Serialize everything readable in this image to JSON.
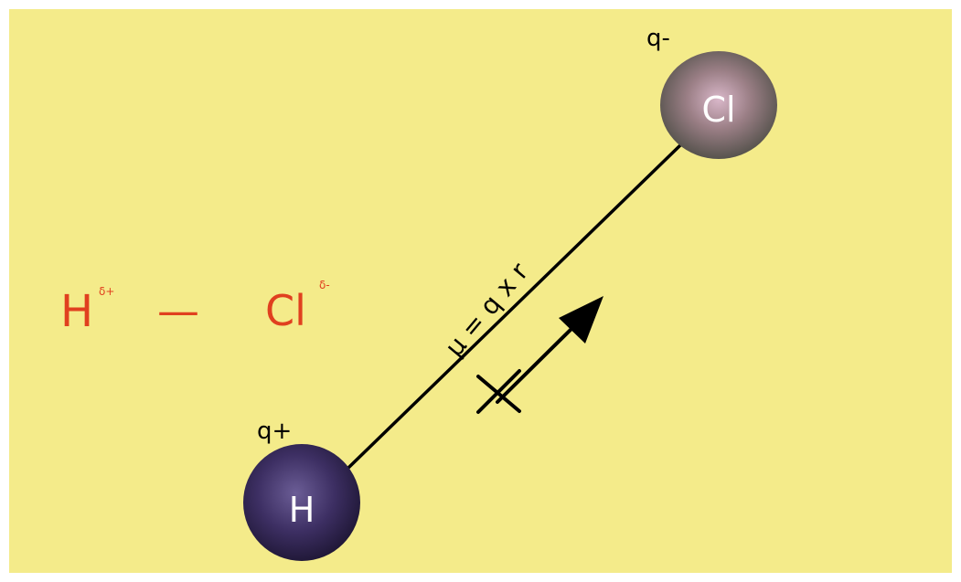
{
  "diagram": {
    "background_color": "#f4eb8a",
    "border_color": "#ffffff",
    "formula": {
      "left_symbol": "H",
      "left_superscript": "δ+",
      "bond": "—",
      "right_symbol": "Cl",
      "right_superscript": "δ-",
      "color": "#e0401f"
    },
    "atoms": {
      "hydrogen": {
        "symbol": "H",
        "charge_label": "q+",
        "color": "#2d1f4f"
      },
      "chlorine": {
        "symbol": "Cl",
        "charge_label": "q-",
        "color": "#7a6468"
      }
    },
    "equation_label": "μ = q x r",
    "arrow": {
      "icon": "crossed-arrow-icon",
      "meaning": "dipole direction"
    }
  }
}
